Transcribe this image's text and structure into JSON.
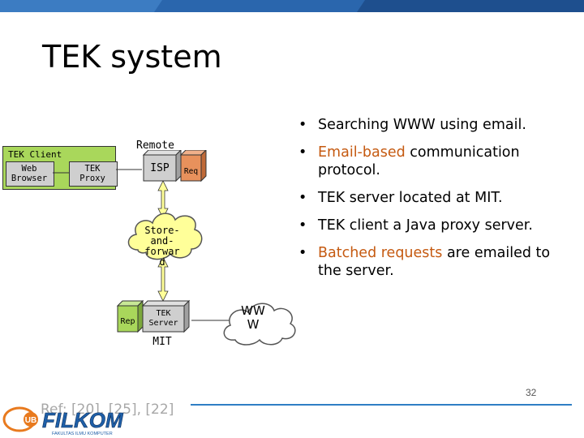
{
  "slide": {
    "title": "TEK system",
    "page_number": "32",
    "reference": "Ref: [20], [25], [22]"
  },
  "diagram": {
    "tek_client_label": "TEK Client",
    "web_browser_label_1": "Web",
    "web_browser_label_2": "Browser",
    "tek_proxy_label_1": "TEK",
    "tek_proxy_label_2": "Proxy",
    "remote_label": "Remote",
    "isp_label": "ISP",
    "req_label": "Req",
    "store_label_1": "Store-",
    "store_label_2": "and-",
    "store_label_3": "forwar",
    "store_label_4": "d",
    "rep_label": "Rep",
    "tek_server_label_1": "TEK",
    "tek_server_label_2": "Server",
    "mit_label": "MIT",
    "www_label_1": "WW",
    "www_label_2": "W"
  },
  "bullets": [
    {
      "plain_before": "Searching WWW using email.",
      "highlight": "",
      "plain_after": ""
    },
    {
      "plain_before": "",
      "highlight": "Email-based",
      "plain_after": " communication protocol."
    },
    {
      "plain_before": "TEK server located at MIT.",
      "highlight": "",
      "plain_after": ""
    },
    {
      "plain_before": "TEK client a Java proxy server.",
      "highlight": "",
      "plain_after": ""
    },
    {
      "plain_before": "",
      "highlight": "Batched requests",
      "plain_after": " are emailed to the server."
    }
  ],
  "logo": {
    "text": "FILKOM",
    "subtext": "FAKULTAS ILMU KOMPUTER"
  },
  "colors": {
    "accent_blue": "#2f6fb0",
    "highlight": "#c55a11",
    "box_green": "#a9d75b",
    "req_orange": "#e8915c"
  }
}
